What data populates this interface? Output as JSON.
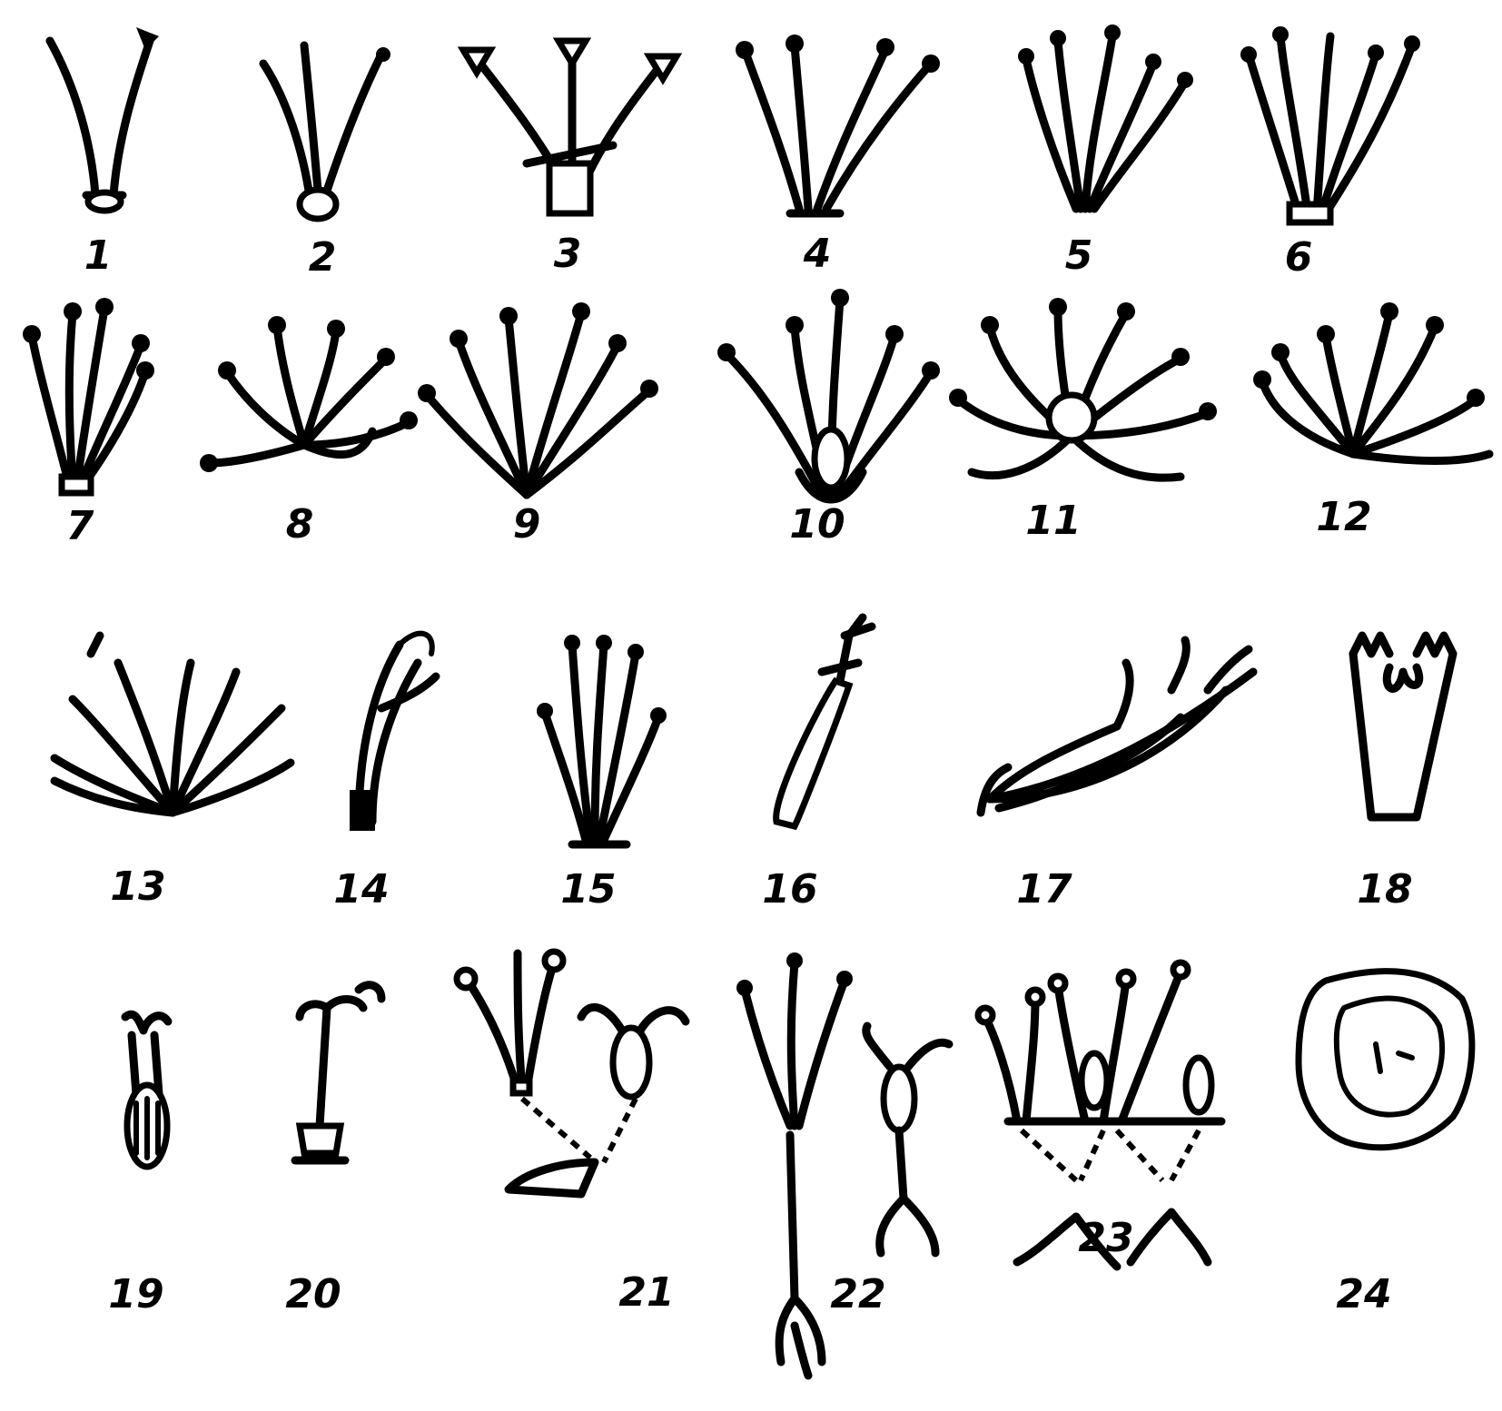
{
  "plate": {
    "ink_color": "#000000",
    "background_color": "#ffffff",
    "figures": [
      {
        "label": "1"
      },
      {
        "label": "2"
      },
      {
        "label": "3"
      },
      {
        "label": "4"
      },
      {
        "label": "5"
      },
      {
        "label": "6"
      },
      {
        "label": "7"
      },
      {
        "label": "8"
      },
      {
        "label": "9"
      },
      {
        "label": "10"
      },
      {
        "label": "11"
      },
      {
        "label": "12"
      },
      {
        "label": "13"
      },
      {
        "label": "14"
      },
      {
        "label": "15"
      },
      {
        "label": "16"
      },
      {
        "label": "17"
      },
      {
        "label": "18"
      },
      {
        "label": "19"
      },
      {
        "label": "20"
      },
      {
        "label": "21"
      },
      {
        "label": "22"
      },
      {
        "label": "23"
      },
      {
        "label": "24"
      }
    ]
  }
}
